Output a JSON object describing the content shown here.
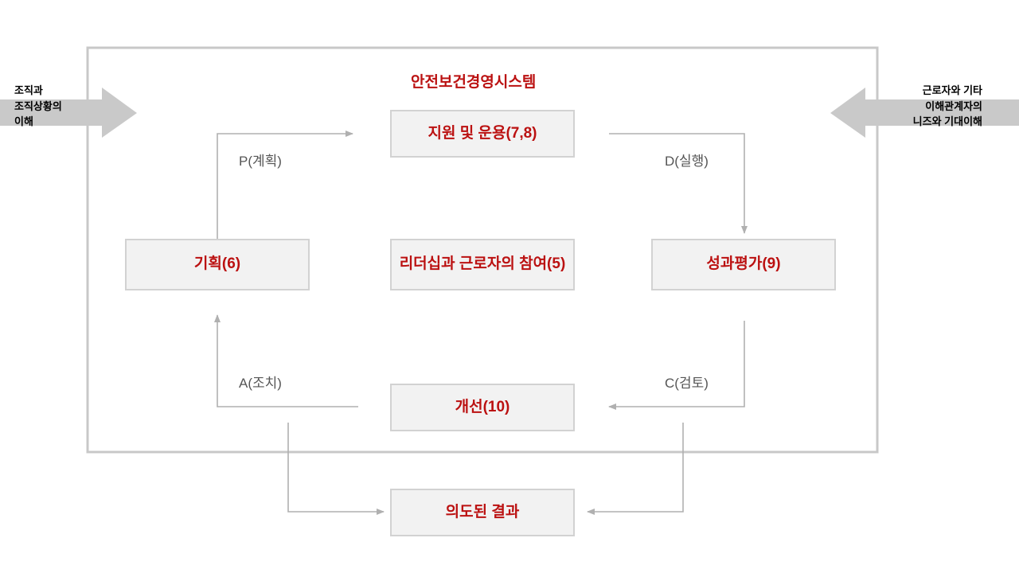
{
  "diagram": {
    "system_title": "안전보건경영시스템",
    "frame": {
      "color": "#c8c8c8"
    },
    "node_fill": "#f2f2f2",
    "node_border": "#d2d2d2",
    "node_text_color": "#bb1111",
    "connector_color": "#b0b0b0",
    "arrow_block_color": "#c9c9c9",
    "nodes": [
      {
        "id": "support",
        "label": "지원 및 운용(7,8)"
      },
      {
        "id": "planning",
        "label": "기획(6)"
      },
      {
        "id": "leadership",
        "label": "리더십과 근로자의 참여(5)"
      },
      {
        "id": "performance",
        "label": "성과평가(9)"
      },
      {
        "id": "improvement",
        "label": "개선(10)"
      },
      {
        "id": "outcome",
        "label": "의도된 결과"
      }
    ],
    "pdca_labels": [
      {
        "id": "plan",
        "label": "P(계획)"
      },
      {
        "id": "do",
        "label": "D(실행)"
      },
      {
        "id": "act",
        "label": "A(조치)"
      },
      {
        "id": "check",
        "label": "C(검토)"
      }
    ],
    "left_input": {
      "lines": [
        "조직과",
        "조직상황의",
        "이해"
      ],
      "direction": "right"
    },
    "right_input": {
      "lines": [
        "근로자와 기타",
        "이해관계자의",
        "니즈와 기대이해"
      ],
      "direction": "left"
    }
  }
}
